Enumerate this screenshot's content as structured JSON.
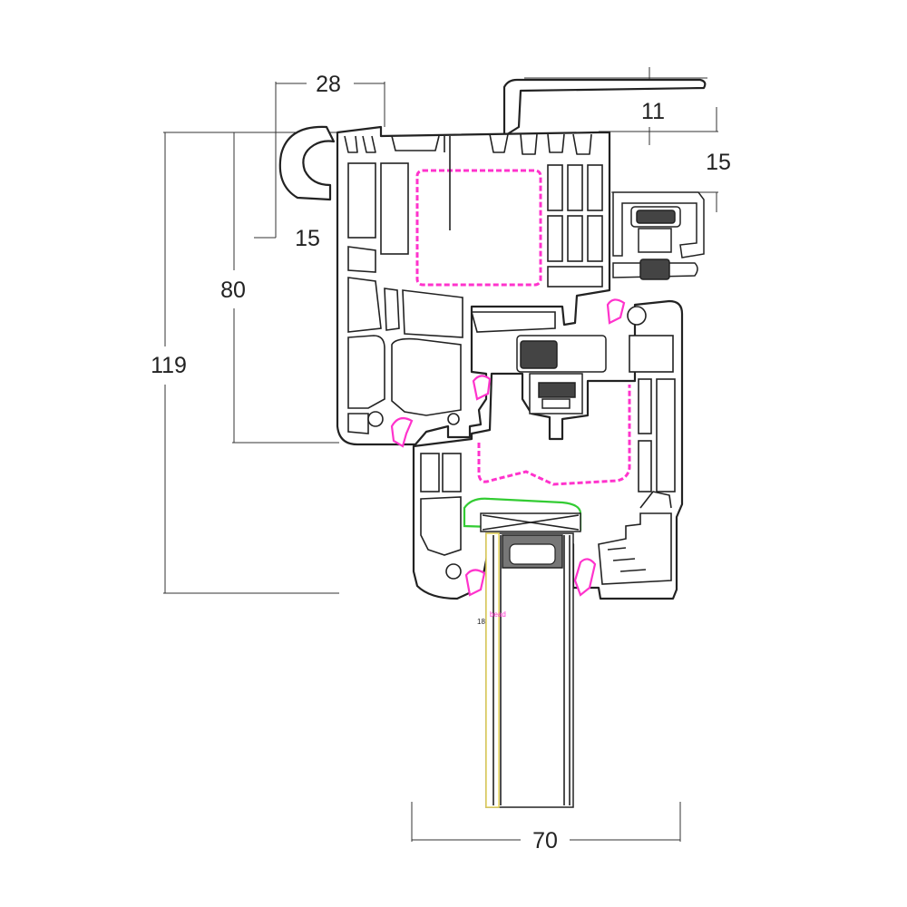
{
  "colors": {
    "line": "#222222",
    "reinforcement": "#ff33cc",
    "gasket": "#ff33cc",
    "bead_seal": "#33cc33",
    "glass_edge": "#e6d35a",
    "background": "#ffffff"
  },
  "dimensions": {
    "top_width": "28",
    "top_height": "11",
    "right_offset": "15",
    "left_offset": "15",
    "frame_height": "80",
    "total_height": "119",
    "sash_width": "70"
  },
  "labels": {
    "bead_label": "bead",
    "small_mark": "18"
  }
}
